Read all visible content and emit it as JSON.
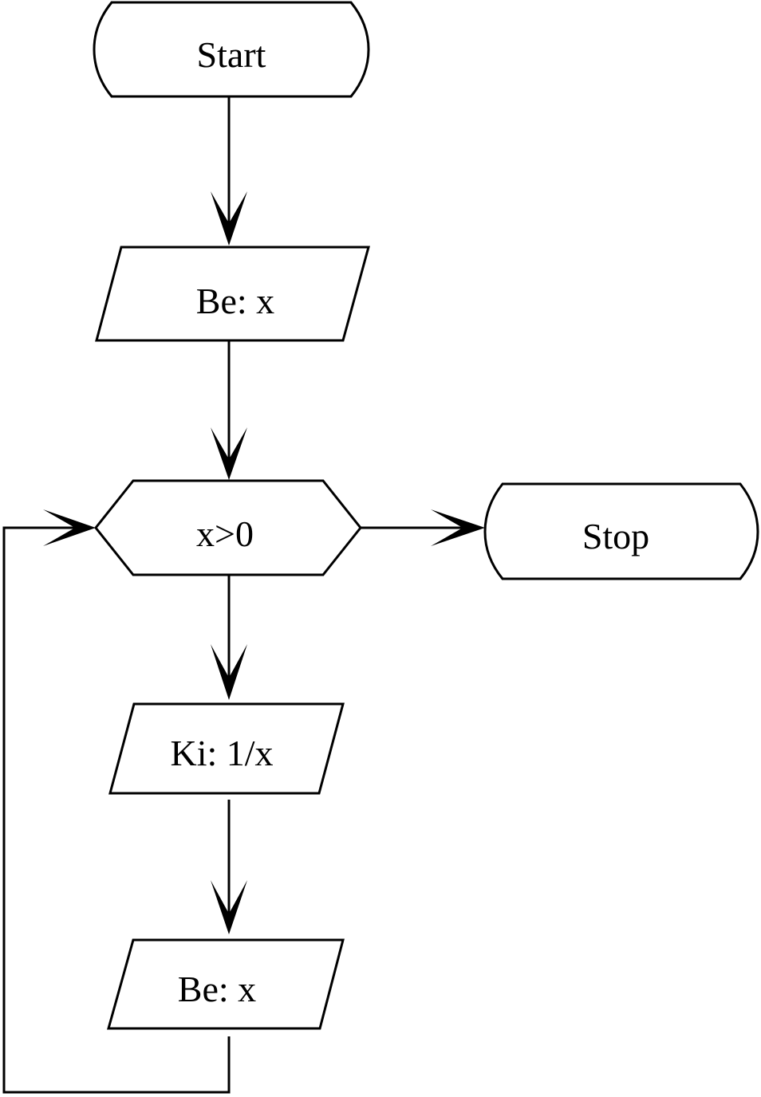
{
  "diagram": {
    "type": "flowchart",
    "nodes": {
      "start": {
        "label": "Start",
        "shape": "terminator"
      },
      "input1": {
        "label": "Be: x",
        "shape": "input-output"
      },
      "condition": {
        "label": "x>0",
        "shape": "preparation"
      },
      "stop": {
        "label": "Stop",
        "shape": "terminator"
      },
      "output": {
        "label": "Ki: 1/x",
        "shape": "input-output"
      },
      "input2": {
        "label": "Be: x",
        "shape": "input-output"
      }
    },
    "edges": [
      {
        "from": "start",
        "to": "input1"
      },
      {
        "from": "input1",
        "to": "condition"
      },
      {
        "from": "condition",
        "to": "stop"
      },
      {
        "from": "condition",
        "to": "output"
      },
      {
        "from": "output",
        "to": "input2"
      },
      {
        "from": "input2",
        "to": "condition"
      }
    ],
    "colors": {
      "stroke": "#000000",
      "fill": "#ffffff"
    }
  }
}
